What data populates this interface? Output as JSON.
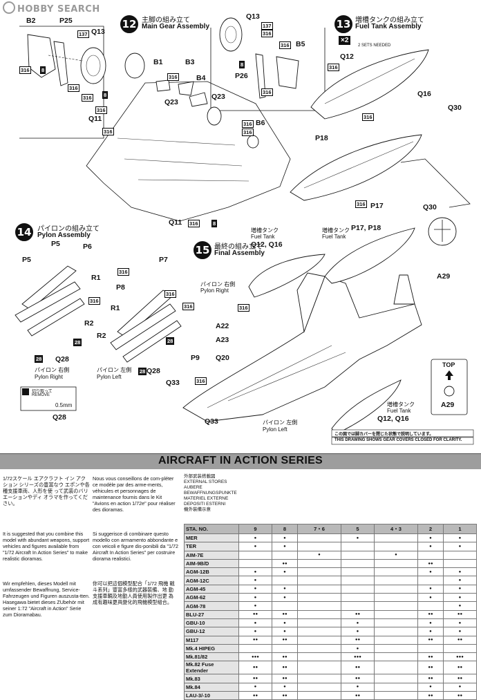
{
  "watermark": "HOBBY SEARCH",
  "step12": {
    "num": "12",
    "jp": "主脚の組み立て",
    "en": "Main Gear Assembly"
  },
  "step13": {
    "num": "13",
    "jp": "増槽タンクの組み立て",
    "en": "Fuel Tank Assembly",
    "x2": "×2",
    "sets": "2 SETS NEEDED"
  },
  "step14": {
    "num": "14",
    "jp": "パイロンの組み立て",
    "en": "Pylon Assembly"
  },
  "step15": {
    "num": "15",
    "jp": "最終の組み立て",
    "en": "Final Assembly"
  },
  "labels": {
    "B2": "B2",
    "P25": "P25",
    "Q13": "Q13",
    "B1": "B1",
    "B3": "B3",
    "B4": "B4",
    "Q23": "Q23",
    "Q11": "Q11",
    "B6": "B6",
    "B5": "B5",
    "P26": "P26",
    "Q12": "Q12",
    "Q16": "Q16",
    "Q30": "Q30",
    "P18": "P18",
    "P17": "P17",
    "P5": "P5",
    "P6": "P6",
    "R1": "R1",
    "R2": "R2",
    "Q28": "Q28",
    "P7": "P7",
    "P8": "P8",
    "A29": "A29",
    "A22": "A22",
    "A23": "A23",
    "P9": "P9",
    "Q20": "Q20",
    "Q33": "Q33",
    "P17P18": "P17, P18",
    "Q12Q16": "Q12, Q16"
  },
  "callouts": {
    "c316": "316",
    "c137": "137",
    "c8": "8",
    "c28": "28"
  },
  "pylonRight": {
    "jp": "パイロン 右側",
    "en": "Pylon Right"
  },
  "pylonLeft": {
    "jp": "パイロン 左側",
    "en": "Pylon Left"
  },
  "pylonRightJp": "パイロン 右側",
  "pylonRightEn": "Pylon Right",
  "pylonLeftJp": "パイロン 左側",
  "pylonLeftEn": "Pylon Left",
  "fuelTankJp": "増槽タンク",
  "fuelTankEn": "Fuel Tank",
  "remove": {
    "jp": "切り取って",
    "en": "REMOVE",
    "dim": "0.5mm"
  },
  "top": {
    "label": "TOP"
  },
  "coverNote": "この図では脚カバーを閉じた状態で説明しています。",
  "coverNoteEn": "THIS DRAWING SHOWS GEAR COVERS CLOSED FOR CLARITY.",
  "series": {
    "title": "AIRCRAFT IN ACTION SERIES"
  },
  "text": {
    "jp1": "1/72スケール エアクラフト イン アクション シリーズの豊富なウ エポンや各種支援車両、人形を使 って武装のバリエーションやディ オラマを作ってください。",
    "fr1": "Nous vous conseillons de com-pléter ce modèle par des arme-ments, véhicules et personnages de maintenance fournis dans le Kit \"Avions en action 1/72e\" pour réaliser des dioramas.",
    "en1": "It is suggested that you combine this model with abundant weapons, support vehicles and figures available from \"1/72 Aircraft In Action Series\" to make realistic dioramas.",
    "it1": "Si suggerisce di combinare questo modello con armamento abbondante e con veicoli e figure dis-ponibili da \"1/72 Aircraft In Action Series\" per costruire diorama realistici.",
    "de1": "Wir empfehlen, dieses Modell mit umfassender Bewaffnung, Service- Fahrzeugen und Figuren auszusta-tten. Hasegawa bietet dieses ZUbehör mit seiner 1:72 \"Aircraft in Action\" Serie zum Dioramabau.",
    "cn1": "你可以把這個模型配合「1/72 飛機 戰斗系列」豐富多樣的武器裝備、地 勤支援車輛及地勤人員使用製作出更 為成有趣味更具變化的飛機模型組合。"
  },
  "stores": {
    "titleLines": [
      "外部武装搭載図",
      "EXTERNAL STORES",
      "AUBERE",
      "BEWAFFNUNGSPUNKTE",
      "MATERIEL EXTERNE",
      "DEPOSITI ESTERNI",
      "機外裝備示意"
    ],
    "staLabel": "STA. NO.",
    "stations": [
      "9",
      "8",
      "7・6",
      "5",
      "4・3",
      "2",
      "1"
    ],
    "rows": [
      {
        "name": "MER",
        "marks": [
          "●",
          "●",
          "",
          "●",
          "",
          "●",
          "●"
        ]
      },
      {
        "name": "TER",
        "marks": [
          "●",
          "●",
          "",
          "",
          "",
          "●",
          "●"
        ]
      },
      {
        "name": "AIM-7E",
        "marks": [
          "",
          "",
          "●",
          "",
          "●",
          "",
          ""
        ]
      },
      {
        "name": "AIM-9B/D",
        "marks": [
          "",
          "●●",
          "",
          "",
          "",
          "●●",
          ""
        ]
      },
      {
        "name": "AGM-12B",
        "marks": [
          "●",
          "●",
          "",
          "",
          "",
          "●",
          "●"
        ]
      },
      {
        "name": "AGM-12C",
        "marks": [
          "●",
          "",
          "",
          "",
          "",
          "",
          "●"
        ]
      },
      {
        "name": "AGM-45",
        "marks": [
          "●",
          "●",
          "",
          "",
          "",
          "●",
          "●"
        ]
      },
      {
        "name": "AGM-62",
        "marks": [
          "●",
          "●",
          "",
          "",
          "",
          "●",
          "●"
        ]
      },
      {
        "name": "AGM-78",
        "marks": [
          "●",
          "",
          "",
          "",
          "",
          "",
          "●"
        ]
      },
      {
        "name": "BLU-27",
        "marks": [
          "●●",
          "●●",
          "",
          "●●",
          "",
          "●●",
          "●●"
        ]
      },
      {
        "name": "GBU-10",
        "marks": [
          "●",
          "●",
          "",
          "●",
          "",
          "●",
          "●"
        ]
      },
      {
        "name": "GBU-12",
        "marks": [
          "●",
          "●",
          "",
          "●",
          "",
          "●",
          "●"
        ]
      },
      {
        "name": "M117",
        "marks": [
          "●●",
          "●●",
          "",
          "●●",
          "",
          "●●",
          "●●"
        ]
      },
      {
        "name": "Mk.4 HIPEG",
        "marks": [
          "",
          "",
          "",
          "●",
          "",
          "",
          ""
        ]
      },
      {
        "name": "Mk.81/82",
        "marks": [
          "●●●",
          "●●",
          "",
          "●●●",
          "",
          "●●",
          "●●●"
        ]
      },
      {
        "name": "Mk.82 Fuse Extender",
        "marks": [
          "●●",
          "●●",
          "",
          "●●",
          "",
          "●●",
          "●●"
        ]
      },
      {
        "name": "Mk.83",
        "marks": [
          "●●",
          "●●",
          "",
          "●●",
          "",
          "●●",
          "●●"
        ]
      },
      {
        "name": "Mk.84",
        "marks": [
          "●",
          "●",
          "",
          "●",
          "",
          "●",
          "●"
        ]
      },
      {
        "name": "LAU-3/-10",
        "marks": [
          "●●",
          "●●",
          "",
          "●●",
          "",
          "●●",
          "●●"
        ]
      }
    ]
  }
}
